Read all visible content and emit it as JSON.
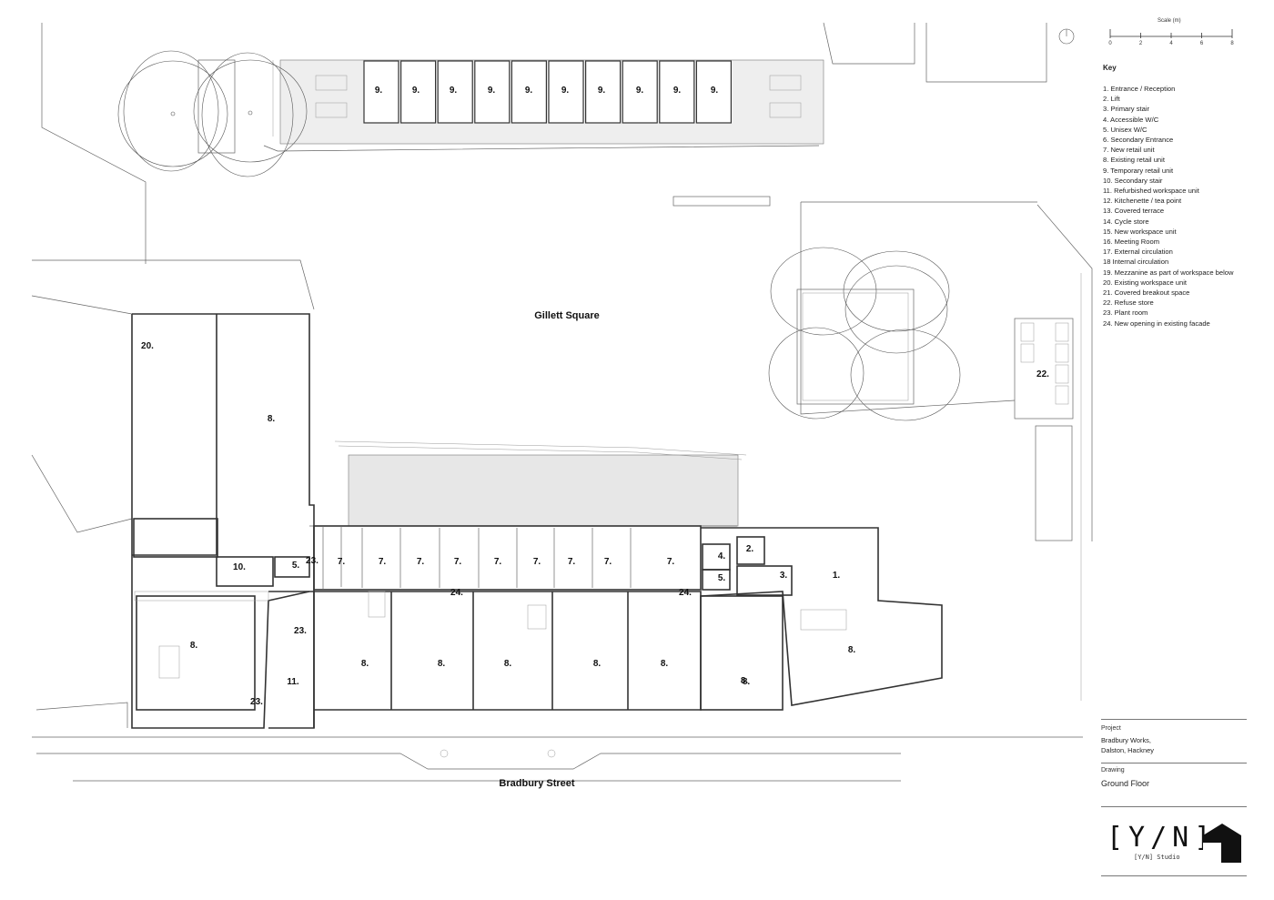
{
  "plan": {
    "square_label": "Gillett Square",
    "street_label": "Bradbury Street",
    "room_labels": [
      "9.",
      "9.",
      "9.",
      "9.",
      "9.",
      "9.",
      "9.",
      "9.",
      "9.",
      "9.",
      "20.",
      "8.",
      "23.",
      "7.",
      "7.",
      "7.",
      "7.",
      "7.",
      "7.",
      "7.",
      "7.",
      "7.",
      "4.",
      "2.",
      "3.",
      "1.",
      "5.",
      "10.",
      "5.",
      "24.",
      "24.",
      "23.",
      "8.",
      "8.",
      "8.",
      "8.",
      "8.",
      "8.",
      "8.",
      "8.",
      "8.",
      "11.",
      "23.",
      "22."
    ]
  },
  "sidebar": {
    "scale_title": "Scale (m)",
    "scale_ticks": [
      "0",
      "2",
      "4",
      "6",
      "8"
    ],
    "key_title": "Key",
    "key_items": [
      "1. Entrance / Reception",
      "2. Lift",
      "3. Primary stair",
      "4. Accessible W/C",
      "5. Unisex W/C",
      "6. Secondary Entrance",
      "7. New retail unit",
      "8. Existing retail unit",
      "9. Temporary retail unit",
      "10. Secondary stair",
      "11. Refurbished workspace unit",
      "12. Kitchenette / tea point",
      "13. Covered terrace",
      "14. Cycle store",
      "15. New workspace unit",
      "16. Meeting Room",
      "17. External circulation",
      "18  Internal circulation",
      "19. Mezzanine as part of workspace below",
      "20. Existing workspace unit",
      "21. Covered breakout space",
      "22. Refuse store",
      "23. Plant room",
      "24. New opening in existing facade"
    ],
    "project_label": "Project",
    "project_name": "Bradbury Works,",
    "project_location": "Dalston, Hackney",
    "drawing_label": "Drawing",
    "drawing_name": "Ground Floor",
    "studio_mark": "[Y/N]",
    "studio_name": "[Y/N] Studio"
  }
}
